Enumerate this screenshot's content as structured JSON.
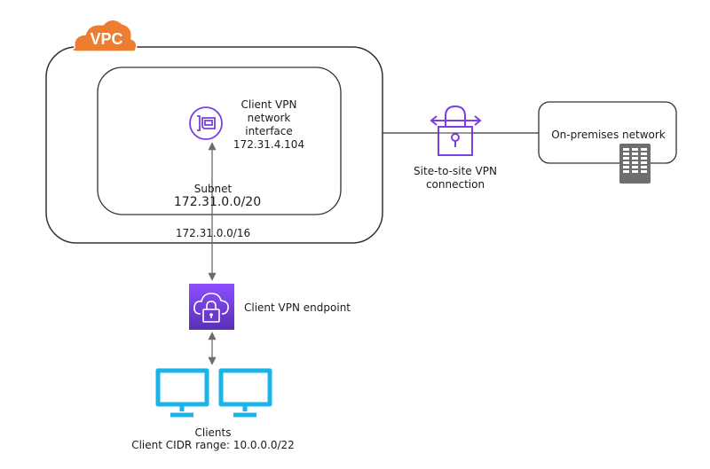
{
  "vpc": {
    "badge": "VPC",
    "cidr": "172.31.0.0/16",
    "badge_color": "#ED7D31"
  },
  "subnet": {
    "title": "Subnet",
    "cidr": "172.31.0.0/20"
  },
  "network_interface": {
    "line1": "Client VPN",
    "line2": "network",
    "line3": "interface",
    "ip": "172.31.4.104",
    "icon": "network-interface-icon"
  },
  "site_to_site": {
    "line1": "Site-to-site VPN",
    "line2": "connection",
    "icon": "vpn-lock-icon"
  },
  "on_premises": {
    "label": "On-premises network",
    "icon": "server-rack-icon"
  },
  "endpoint": {
    "label": "Client VPN endpoint",
    "icon": "cloud-lock-icon"
  },
  "clients": {
    "title": "Clients",
    "cidr_line": "Client CIDR range: 10.0.0.0/22",
    "icon": "desktop-monitor-icon"
  },
  "colors": {
    "purple": "#7B3FE4",
    "purple_dark": "#5A2BB8",
    "cyan": "#1AB4E8",
    "server_gray": "#6E6E6E",
    "line": "#333333",
    "arrow": "#6b6b6b"
  }
}
